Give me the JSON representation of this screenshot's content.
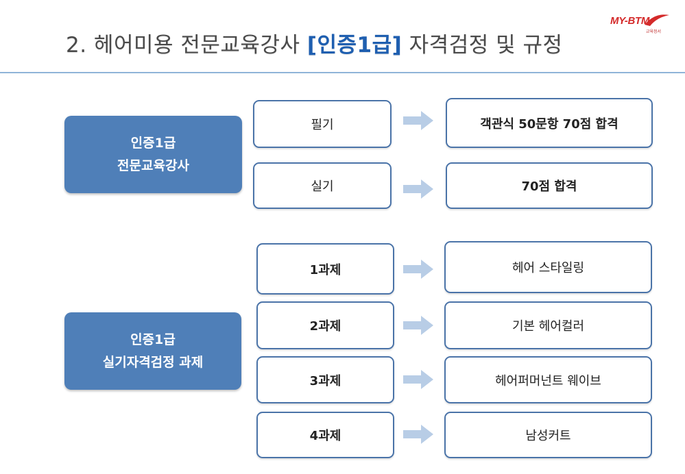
{
  "title": {
    "prefix": "2.  헤어미용 전문교육강사 ",
    "highlight": "[인증1급]",
    "suffix": " 자격검정 및 규정"
  },
  "logo": {
    "text": "MY-BTM",
    "subtext": "교육정서"
  },
  "colors": {
    "category_fill": "#4f7fb8",
    "box_border": "#4a73a8",
    "arrow_fill": "#b8cde6",
    "title_highlight": "#1f5fb0",
    "rule": "#8fb4d8",
    "logo": "#d42a2a"
  },
  "sections": [
    {
      "category": {
        "line1": "인증1급",
        "line2": "전문교육강사"
      },
      "rows": [
        {
          "item": "필기",
          "result": "객관식 50문항 70점 합격"
        },
        {
          "item": "실기",
          "result": "70점 합격"
        }
      ]
    },
    {
      "category": {
        "line1": "인증1급",
        "line2": "실기자격검정 과제"
      },
      "rows": [
        {
          "item": "1과제",
          "result": "헤어 스타일링"
        },
        {
          "item": "2과제",
          "result": "기본 헤어컬러"
        },
        {
          "item": "3과제",
          "result": "헤어퍼머넌트 웨이브"
        },
        {
          "item": "4과제",
          "result": "남성커트"
        }
      ]
    }
  ]
}
